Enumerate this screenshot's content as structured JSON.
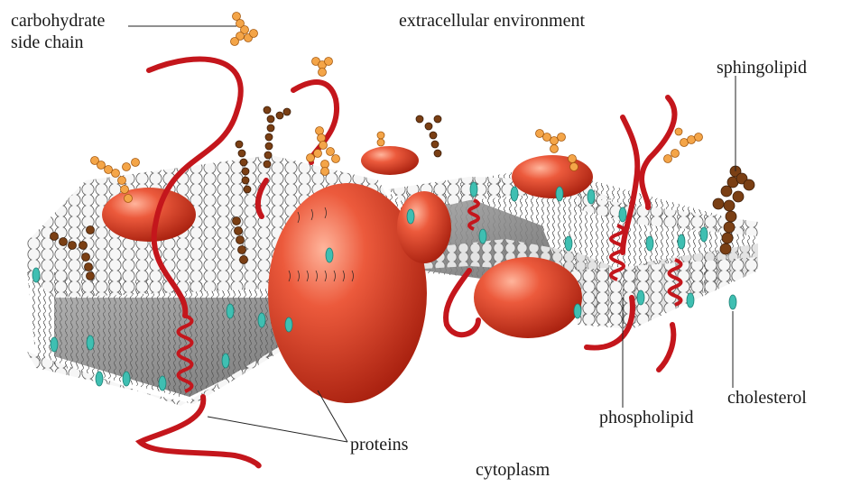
{
  "labels": {
    "carbohydrate_line1": "carbohydrate",
    "carbohydrate_line2": "side chain",
    "extracellular": "extracellular environment",
    "sphingolipid": "sphingolipid",
    "proteins": "proteins",
    "cytoplasm": "cytoplasm",
    "phospholipid": "phospholipid",
    "cholesterol": "cholesterol"
  },
  "colors": {
    "phospholipid_head": "#f4f4f4",
    "core": "#8c8c8c",
    "protein": "#d83a22",
    "helix": "#c4161c",
    "carbohydrate": "#f4a548",
    "sphingolipid": "#7a3f14",
    "cholesterol": "#3fbfb2"
  }
}
